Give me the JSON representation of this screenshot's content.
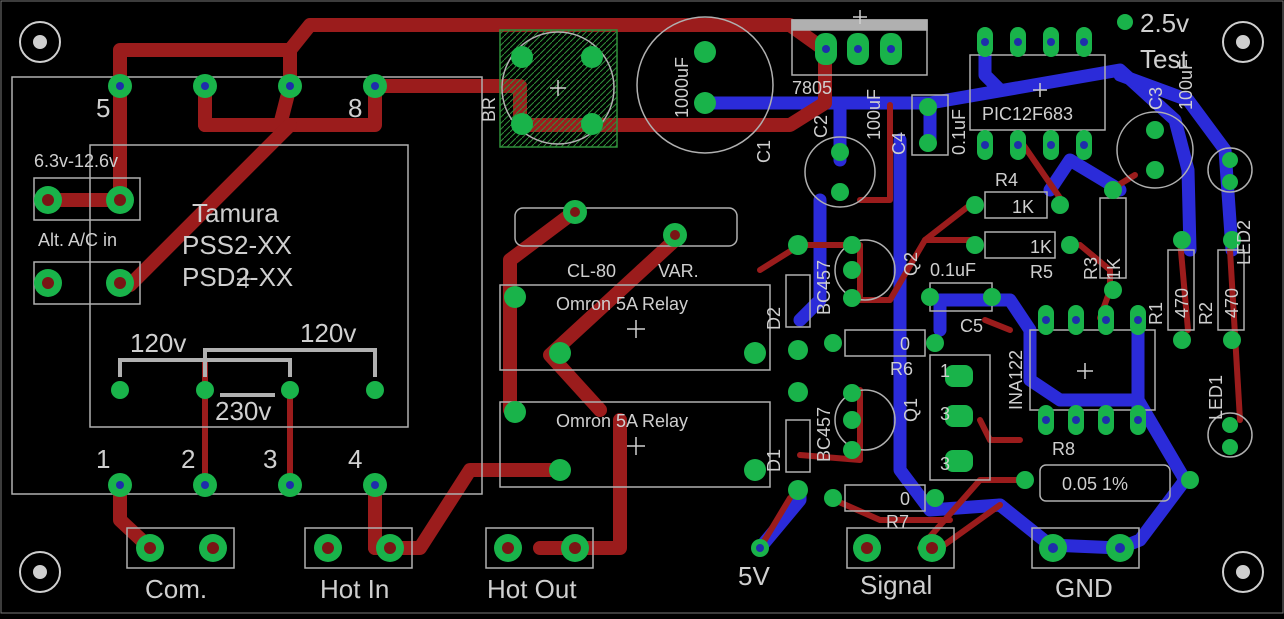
{
  "board": {
    "colors": {
      "background": "#000000",
      "top_copper": "#9b1c1c",
      "bottom_copper": "#2b2bd9",
      "pad": "#19b34a",
      "silkscreen": "#cfcfcf",
      "outline": "#b0b0b0"
    }
  },
  "labels": {
    "transformer_pin_5": "5",
    "transformer_pin_8": "8",
    "transformer_name_1": "Tamura",
    "transformer_name_2": "PSS2-XX",
    "transformer_name_3": "PSD2-XX",
    "voltage_input": "6.3v-12.6v",
    "alt_ac_in": "Alt. A/C in",
    "v120_left": "120v",
    "v120_right": "120v",
    "v230": "230v",
    "pin_1": "1",
    "pin_2": "2",
    "pin_3": "3",
    "pin_4": "4",
    "bridge": "BR",
    "cap_c1_value": "1000uF",
    "cap_c1": "C1",
    "reg_7805": "7805",
    "cap_c2": "C2",
    "cap_c2_value": "100uF",
    "cap_c4": "C4",
    "cap_c4_value": "0.1uF",
    "pic": "PIC12F683",
    "cap_c3": "C3",
    "cap_c3_value": "100uF",
    "test_point_value": "2.5v",
    "test_point_label": "Test",
    "r4": "R4",
    "r4_value": "1K",
    "r5_value": "1K",
    "r5": "R5",
    "r3": "R3",
    "r3_value": "1K",
    "led2": "LED2",
    "fuse_name": "CL-80",
    "fuse_type": "VAR.",
    "relay_top": "Omron 5A Relay",
    "relay_bottom": "Omron 5A Relay",
    "d2": "D2",
    "d1": "D1",
    "q2_part": "BC457",
    "q2": "Q2",
    "q1_part": "BC457",
    "q1": "Q1",
    "c5_value": "0.1uF",
    "c5": "C5",
    "r6_value": "0",
    "r6": "R6",
    "r7_value": "0",
    "r7": "R7",
    "ina": "INA122",
    "trim_1": "1",
    "trim_3a": "3",
    "trim_3b": "3",
    "r1": "R1",
    "r1_value": "470",
    "r2": "R2",
    "r2_value": "470",
    "led1": "LED1",
    "r8": "R8",
    "shunt_value": "0.05 1%",
    "conn_com": "Com.",
    "conn_hot_in": "Hot In",
    "conn_hot_out": "Hot Out",
    "conn_5v": "5V",
    "conn_signal": "Signal",
    "conn_gnd": "GND"
  }
}
